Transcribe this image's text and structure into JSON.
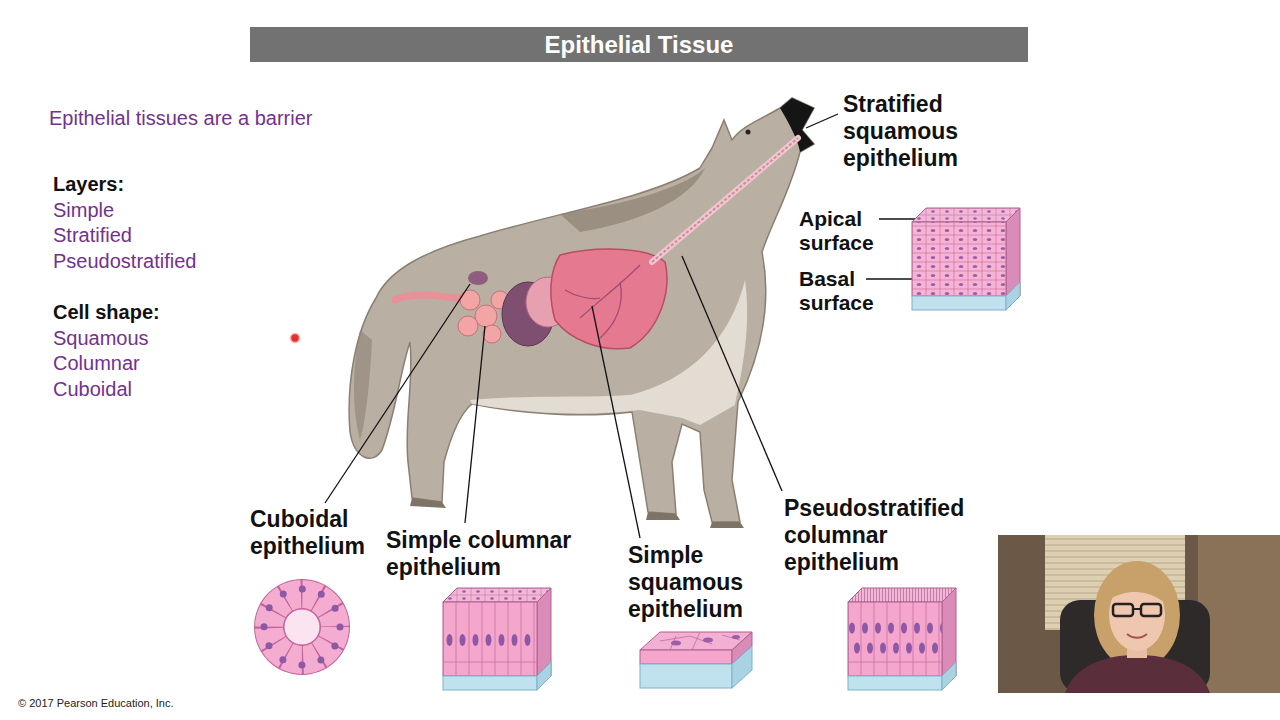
{
  "diagram": {
    "title": "Epithelial Tissue",
    "labels": [
      "Epithelial tissues are a barrier",
      "Layers:",
      "Simple",
      "Stratified",
      "Pseudostratified",
      "Cell shape:",
      "Squamous",
      "Columnar",
      "Cuboidal",
      "Stratified squamous epithelium",
      "Apical surface",
      "Basal surface",
      "Cuboidal epithelium",
      "Simple columnar epithelium",
      "Simple squamous epithelium",
      "Pseudostratified columnar epithelium",
      "© 2017 Pearson Education, Inc."
    ]
  }
}
